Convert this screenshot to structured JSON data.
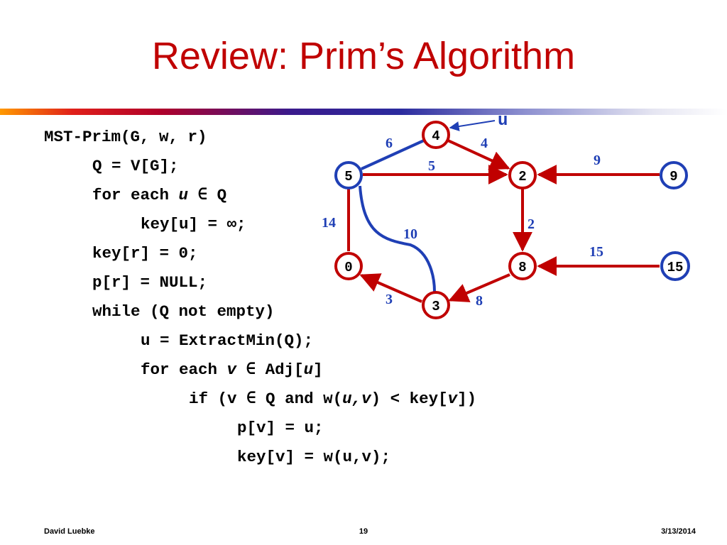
{
  "slide": {
    "title": "Review: Prim’s Algorithm",
    "footer_left": "David Luebke",
    "footer_center": "19",
    "footer_right": "3/13/2014"
  },
  "code": {
    "l1": "MST-Prim(G, w, r)",
    "l2": "Q = V[G];",
    "l3_a": "for each ",
    "l3_u": "u",
    "l3_b": " ∈ Q",
    "l4": "key[u] = ∞;",
    "l5": "key[r] = 0;",
    "l6": "p[r] = NULL;",
    "l7": "while (Q not empty)",
    "l8": "u = ExtractMin(Q);",
    "l9_a": "for each ",
    "l9_v": "v",
    "l9_b": " ∈ Adj[",
    "l9_u": "u",
    "l9_c": "]",
    "l10_a": "if (v ∈ Q and w(",
    "l10_uv": "u,v",
    "l10_b": ") < key[",
    "l10_v": "v",
    "l10_c": "])",
    "l11": "p[v] = u;",
    "l12": "key[v] = w(u,v);"
  },
  "graph": {
    "colors": {
      "red": "#c00000",
      "blue": "#1f3fb5"
    },
    "nodes": {
      "n4": "4",
      "n5": "5",
      "n2": "2",
      "n9": "9",
      "n0": "0",
      "n8": "8",
      "n15": "15",
      "n3": "3"
    },
    "edges": {
      "e_5_4": "6",
      "e_4_2": "4",
      "e_5_2": "5",
      "e_9_2": "9",
      "e_5_0": "14",
      "e_5_3": "10",
      "e_2_8": "2",
      "e_15_8": "15",
      "e_3_0": "3",
      "e_8_3": "8"
    },
    "pointer_label": "u"
  }
}
